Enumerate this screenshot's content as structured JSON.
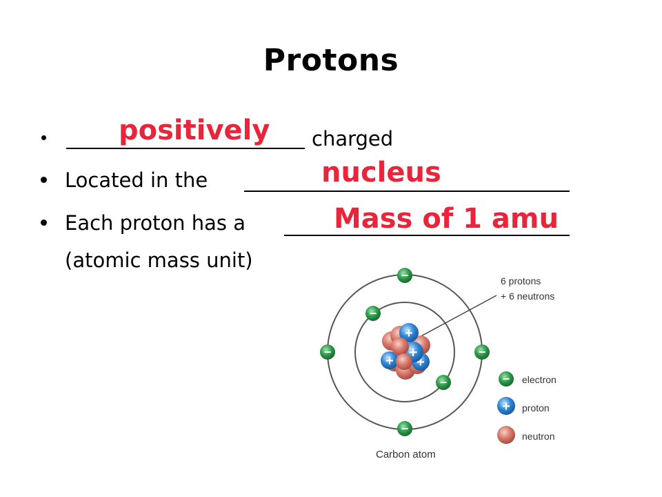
{
  "slide": {
    "title": "Protons",
    "bullets": [
      {
        "answer": "positively",
        "suffix": "charged"
      },
      {
        "prefix": "Located in the",
        "answer": "nucleus"
      },
      {
        "prefix": "Each proton has a",
        "answer": "Mass of 1 amu",
        "continuation": "(atomic mass unit)"
      }
    ]
  },
  "diagram": {
    "callout_line1": "6 protons",
    "callout_line2": "+ 6 neutrons",
    "legend": {
      "electron": "electron",
      "proton": "proton",
      "neutron": "neutron"
    },
    "caption": "Carbon atom",
    "electron_sign": "−",
    "proton_sign": "+",
    "colors": {
      "answer_red": "#e8253b",
      "electron_green": "#2e9a4a",
      "proton_blue": "#2f86d6",
      "neutron_red": "#d7786b"
    }
  }
}
